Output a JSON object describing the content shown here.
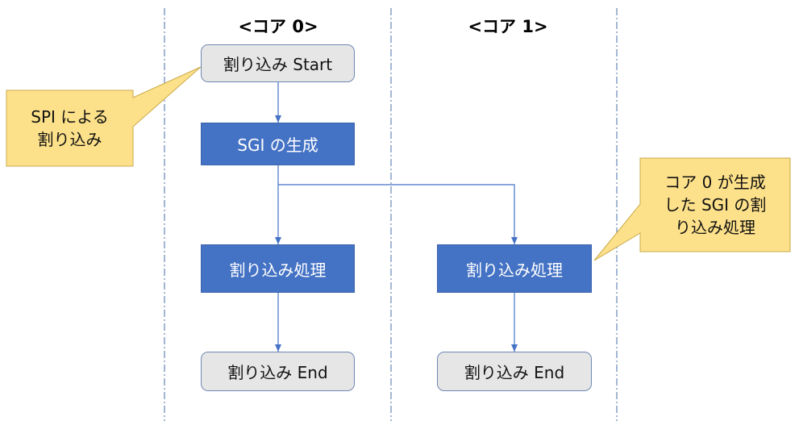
{
  "lanes": {
    "core0": "<コア 0>",
    "core1": "<コア 1>"
  },
  "nodes": {
    "core0_start": "割り込み Start",
    "core0_sgi_gen": "SGI の生成",
    "core0_handler": "割り込み処理",
    "core0_end": "割り込み End",
    "core1_handler": "割り込み処理",
    "core1_end": "割り込み End"
  },
  "callouts": {
    "spi": [
      "SPI による",
      "割り込み"
    ],
    "sgi": [
      "コア 0 が生成",
      "した SGI の割",
      "り込み処理"
    ]
  },
  "colors": {
    "process_fill": "#4472c4",
    "terminal_fill": "#e7e6e6",
    "callout_fill": "#fde18a",
    "callout_border": "#c9a94a",
    "connector": "#4472c4",
    "lane_divider": "#4a6fa5"
  }
}
